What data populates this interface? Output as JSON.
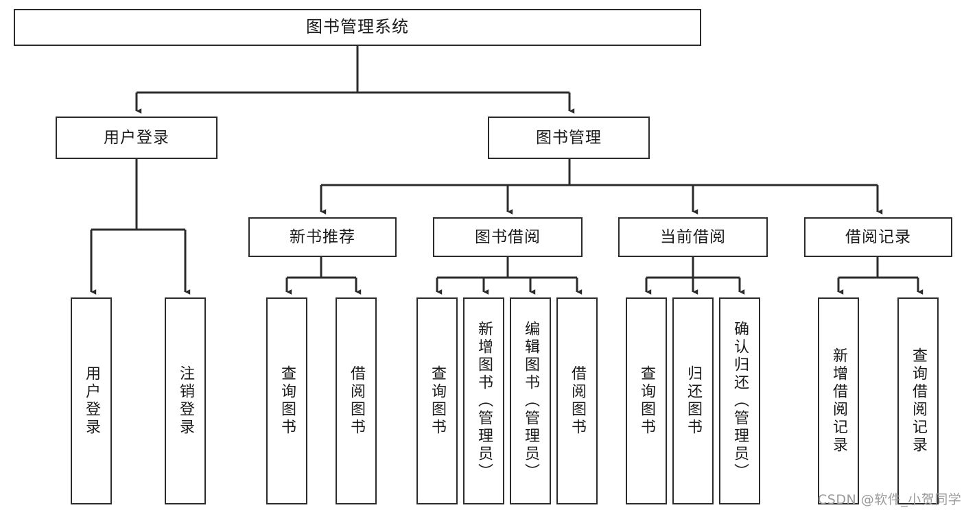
{
  "diagram": {
    "title": "图书管理系统",
    "type": "tree",
    "root": {
      "id": "root",
      "label": "图书管理系统"
    },
    "level2": [
      {
        "id": "user-login",
        "label": "用户登录"
      },
      {
        "id": "book-manage",
        "label": "图书管理"
      }
    ],
    "level3": [
      {
        "id": "new-book-recommend",
        "label": "新书推荐"
      },
      {
        "id": "book-borrow",
        "label": "图书借阅"
      },
      {
        "id": "current-borrow",
        "label": "当前借阅"
      },
      {
        "id": "borrow-record",
        "label": "借阅记录"
      }
    ],
    "leaves": {
      "user_login": [
        {
          "id": "leaf-user-login",
          "label": "用户登录"
        },
        {
          "id": "leaf-user-logout",
          "label": "注销登录"
        }
      ],
      "new_book_recommend": [
        {
          "id": "leaf-query-book-1",
          "label": "查询图书"
        },
        {
          "id": "leaf-borrow-book-1",
          "label": "借阅图书"
        }
      ],
      "book_borrow": [
        {
          "id": "leaf-query-book-2",
          "label": "查询图书"
        },
        {
          "id": "leaf-add-book",
          "label": "新增图书（管理员）"
        },
        {
          "id": "leaf-edit-book",
          "label": "编辑图书（管理员）"
        },
        {
          "id": "leaf-borrow-book-2",
          "label": "借阅图书"
        }
      ],
      "current_borrow": [
        {
          "id": "leaf-query-book-3",
          "label": "查询图书"
        },
        {
          "id": "leaf-return-book",
          "label": "归还图书"
        },
        {
          "id": "leaf-confirm-return",
          "label": "确认归还（管理员）"
        }
      ],
      "borrow_record": [
        {
          "id": "leaf-add-record",
          "label": "新增借阅记录"
        },
        {
          "id": "leaf-query-record",
          "label": "查询借阅记录"
        }
      ]
    }
  },
  "watermark": {
    "text": "CSDN @软件_小贺同学"
  },
  "colors": {
    "stroke": "#2b2b2b",
    "background": "#ffffff",
    "text": "#1a1a1a",
    "watermark": "#9a9a9a"
  }
}
